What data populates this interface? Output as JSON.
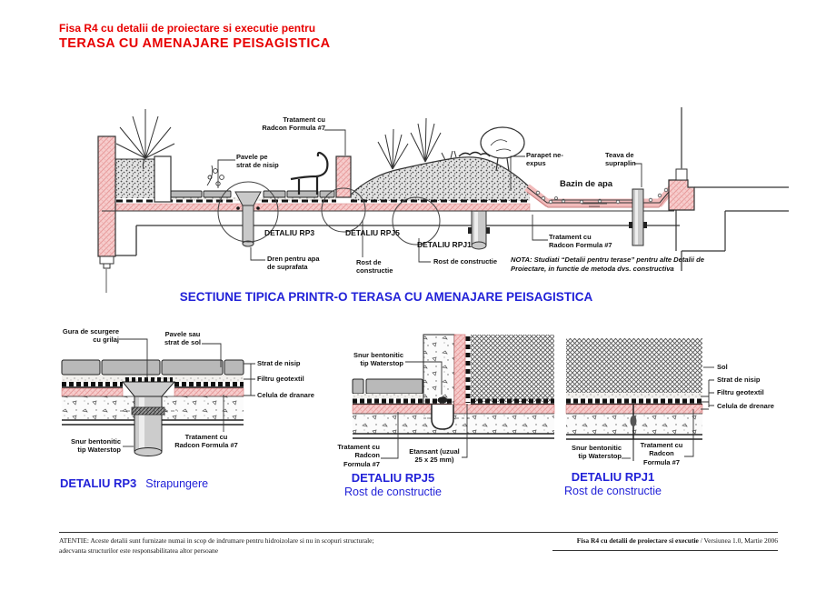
{
  "header": {
    "line1": "Fisa R4 cu detalii de proiectare si executie pentru",
    "line2": "TERASA CU AMENAJARE PEISAGISTICA"
  },
  "main_section": {
    "title": "SECTIUNE TIPICA PRINTR-O TERASA CU AMENAJARE PEISAGISTICA",
    "labels": {
      "tratament_top": "Tratament cu\nRadcon Formula #7",
      "pavele": "Pavele pe\nstrat de nisip",
      "detaliu_rp3": "DETALIU RP3",
      "detaliu_rpj5": "DETALIU RPJ5",
      "detaliu_rpj1": "DETALIU RPJ1",
      "dren": "Dren pentru apa\nde suprafata",
      "rost_rpj5": "Rost de\nconstructie",
      "rost_rpj1": "Rost de constructie",
      "parapet": "Parapet ne-\nexpus",
      "teava": "Teava de\nsupraplin",
      "bazin": "Bazin de apa",
      "tratament_bottom": "Tratament cu\nRadcon Formula #7",
      "nota": "NOTA: Studiati “Detalii pentru terase” pentru alte Detalii de\nProiectare, in functie de metoda dvs. constructiva"
    }
  },
  "detail_rp3": {
    "title": "DETALIU RP3",
    "subtitle": "Strapungere",
    "labels": {
      "gura": "Gura de scurgere\ncu grilaj",
      "pavele_sau": "Pavele sau\nstrat de sol",
      "strat_nisip": "Strat de nisip",
      "filtru": "Filtru geotextil",
      "celula": "Celula de dranare",
      "snur": "Snur bentonitic\ntip Waterstop",
      "tratament": "Tratament cu\nRadcon Formula #7"
    }
  },
  "detail_rpj5": {
    "title": "DETALIU RPJ5",
    "subtitle": "Rost de constructie",
    "labels": {
      "snur": "Snur bentonitic\ntip Waterstop",
      "tratament": "Tratament cu\nRadcon\nFormula #7",
      "etansant": "Etansant (uzual\n25 x 25 mm)"
    }
  },
  "detail_rpj1": {
    "title": "DETALIU RPJ1",
    "subtitle": "Rost de constructie",
    "labels": {
      "sol": "Sol",
      "strat_nisip": "Strat de nisip",
      "filtru": "Filtru geotextil",
      "celula": "Celula de drenare",
      "snur": "Snur bentonitic\ntip Waterstop",
      "tratament": "Tratament cu\nRadcon\nFormula #7"
    }
  },
  "footer": {
    "left_line1": "ATENTIE: Aceste detalii sunt furnizate numai in scop de indrumare pentru hidroizolare si nu in scopuri structurale;",
    "left_line2": "adecvanta structurilor este responsabilitatea altor persoane",
    "right_bold": "Fisa R4 cu detalii de proiectare si executie",
    "right_rest": " / Versiunea 1.0,   Martie 2006"
  },
  "colors": {
    "accent_red": "#e80000",
    "accent_blue": "#2222d8",
    "membrane_pink": "#f7cdcd"
  }
}
